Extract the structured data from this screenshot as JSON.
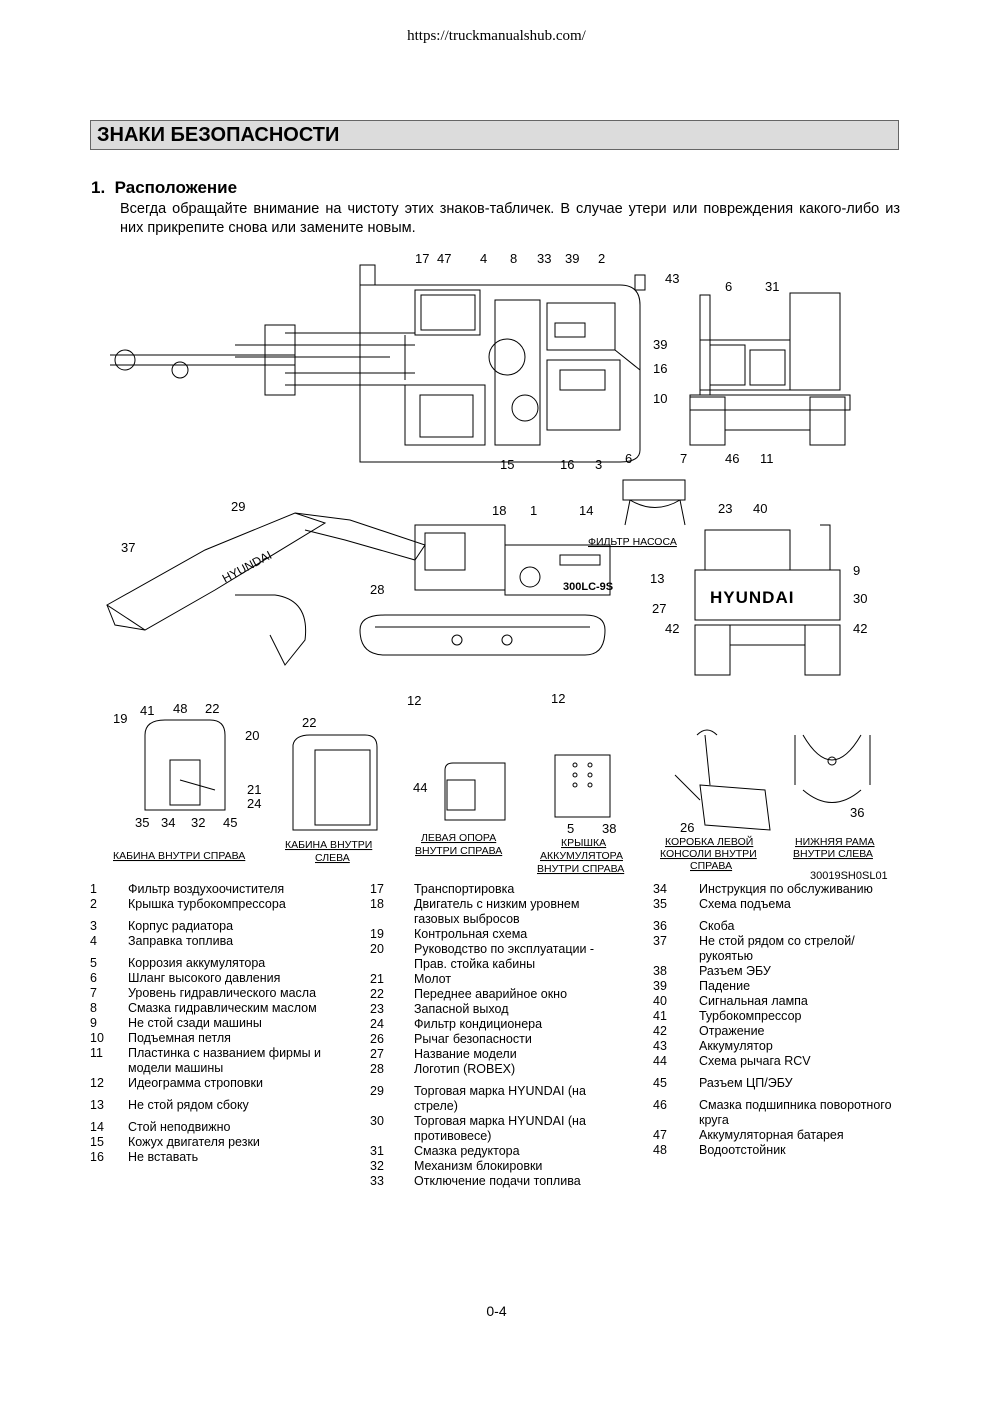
{
  "url": "https://truckmanualshub.com/",
  "title": "ЗНАКИ БЕЗОПАСНОСТИ",
  "section": {
    "number": "1.",
    "heading": "Расположение",
    "body": "Всегда обращайте внимание на чистоту этих знаков-табличек. В случае утери или повреждения какого-либо из них прикрепите снова или замените новым."
  },
  "diagram": {
    "top_numbers": [
      "17",
      "47",
      "4",
      "8",
      "33",
      "39",
      "2",
      "43",
      "39",
      "16",
      "10",
      "15",
      "16",
      "3"
    ],
    "rear_numbers": [
      "6",
      "31",
      "46",
      "11"
    ],
    "pump_numbers": [
      "6",
      "7"
    ],
    "side_numbers": [
      "29",
      "37",
      "18",
      "1",
      "14",
      "28",
      "13",
      "27",
      "12",
      "12"
    ],
    "back_numbers": [
      "23",
      "40",
      "9",
      "30",
      "42",
      "42"
    ],
    "cab_r_numbers": [
      "41",
      "48",
      "22",
      "19",
      "20",
      "21",
      "24",
      "35",
      "34",
      "32",
      "45"
    ],
    "cab_l_numbers": [
      "22"
    ],
    "support_numbers": [
      "44"
    ],
    "battery_numbers": [
      "5",
      "38"
    ],
    "console_numbers": [
      "26"
    ],
    "frame_numbers": [
      "36"
    ],
    "brand_side": "HYUNDAI",
    "brand_rear": "HYUNDAI",
    "model": "300LC-9S",
    "captions": {
      "pump_filter": "ФИЛЬТР НАСОСА",
      "cab_right": "КАБИНА ВНУТРИ СПРАВА",
      "cab_left_1": "КАБИНА ВНУТРИ",
      "cab_left_2": "СЛЕВА",
      "support_1": "ЛЕВАЯ ОПОРА",
      "support_2": "ВНУТРИ СПРАВА",
      "battery_1": "КРЫШКА",
      "battery_2": "АККУМУЛЯТОРА",
      "battery_3": "ВНУТРИ СПРАВА",
      "console_1": "КОРОБКА ЛЕВОЙ",
      "console_2": "КОНСОЛИ ВНУТРИ",
      "console_3": "СПРАВА",
      "frame_1": "НИЖНЯЯ РАМА",
      "frame_2": "ВНУТРИ СЛЕВА"
    },
    "code": "30019SH0SL01"
  },
  "legend": [
    [
      {
        "n": "1",
        "t": "Фильтр воздухоочистителя"
      },
      {
        "n": "2",
        "t": "Крышка турбокомпрессора"
      },
      {
        "n": "",
        "t": ""
      },
      {
        "n": "3",
        "t": "Корпус радиатора"
      },
      {
        "n": "4",
        "t": "Заправка топлива"
      },
      {
        "n": "",
        "t": ""
      },
      {
        "n": "5",
        "t": "Коррозия аккумулятора"
      },
      {
        "n": "6",
        "t": "Шланг высокого давления"
      },
      {
        "n": "7",
        "t": "Уровень гидравлического масла"
      },
      {
        "n": "8",
        "t": "Смазка гидравлическим маслом"
      },
      {
        "n": "9",
        "t": "Не стой сзади машины"
      },
      {
        "n": "10",
        "t": "Подъемная петля"
      },
      {
        "n": "11",
        "t": "Пластинка с названием фирмы и модели машины"
      },
      {
        "n": "12",
        "t": "Идеограмма строповки"
      },
      {
        "n": "",
        "t": ""
      },
      {
        "n": "13",
        "t": "Не стой рядом сбоку"
      },
      {
        "n": "",
        "t": ""
      },
      {
        "n": "14",
        "t": "Стой неподвижно"
      },
      {
        "n": "15",
        "t": "Кожух двигателя резки"
      },
      {
        "n": "16",
        "t": "Не вставать"
      }
    ],
    [
      {
        "n": "17",
        "t": "Транспортировка"
      },
      {
        "n": "18",
        "t": "Двигатель с низким уровнем газовых выбросов"
      },
      {
        "n": "19",
        "t": "Контрольная схема"
      },
      {
        "n": "20",
        "t": "Руководство по эксплуатации - Прав. стойка кабины"
      },
      {
        "n": "21",
        "t": "Молот"
      },
      {
        "n": "22",
        "t": "Переднее аварийное окно"
      },
      {
        "n": "23",
        "t": "Запасной выход"
      },
      {
        "n": "24",
        "t": "Фильтр кондиционера"
      },
      {
        "n": "26",
        "t": "Рычаг безопасности"
      },
      {
        "n": "27",
        "t": "Название модели"
      },
      {
        "n": "28",
        "t": "Логотип (ROBEX)"
      },
      {
        "n": "",
        "t": ""
      },
      {
        "n": "29",
        "t": "Торговая марка HYUNDAI (на стреле)"
      },
      {
        "n": "30",
        "t": "Торговая марка HYUNDAI (на противовесе)"
      },
      {
        "n": "31",
        "t": "Смазка редуктора"
      },
      {
        "n": "32",
        "t": "Механизм блокировки"
      },
      {
        "n": "33",
        "t": "Отключение подачи топлива"
      }
    ],
    [
      {
        "n": "34",
        "t": "Инструкция по обслуживанию"
      },
      {
        "n": "35",
        "t": "Схема подъема"
      },
      {
        "n": "",
        "t": ""
      },
      {
        "n": "36",
        "t": "Скоба"
      },
      {
        "n": "37",
        "t": "Не стой рядом со стрелой/рукоятью"
      },
      {
        "n": "38",
        "t": "Разъем ЭБУ"
      },
      {
        "n": "39",
        "t": "Падение"
      },
      {
        "n": "40",
        "t": "Сигнальная лампа"
      },
      {
        "n": "41",
        "t": "Турбокомпрессор"
      },
      {
        "n": "42",
        "t": "Отражение"
      },
      {
        "n": "43",
        "t": "Аккумулятор"
      },
      {
        "n": "44",
        "t": "Схема рычага RCV"
      },
      {
        "n": "",
        "t": ""
      },
      {
        "n": "45",
        "t": "Разъем ЦП/ЭБУ"
      },
      {
        "n": "",
        "t": ""
      },
      {
        "n": "46",
        "t": "Смазка подшипника поворотного круга"
      },
      {
        "n": "47",
        "t": "Аккумуляторная батарея"
      },
      {
        "n": "48",
        "t": "Водоотстойник"
      }
    ]
  ],
  "page_number": "0-4"
}
